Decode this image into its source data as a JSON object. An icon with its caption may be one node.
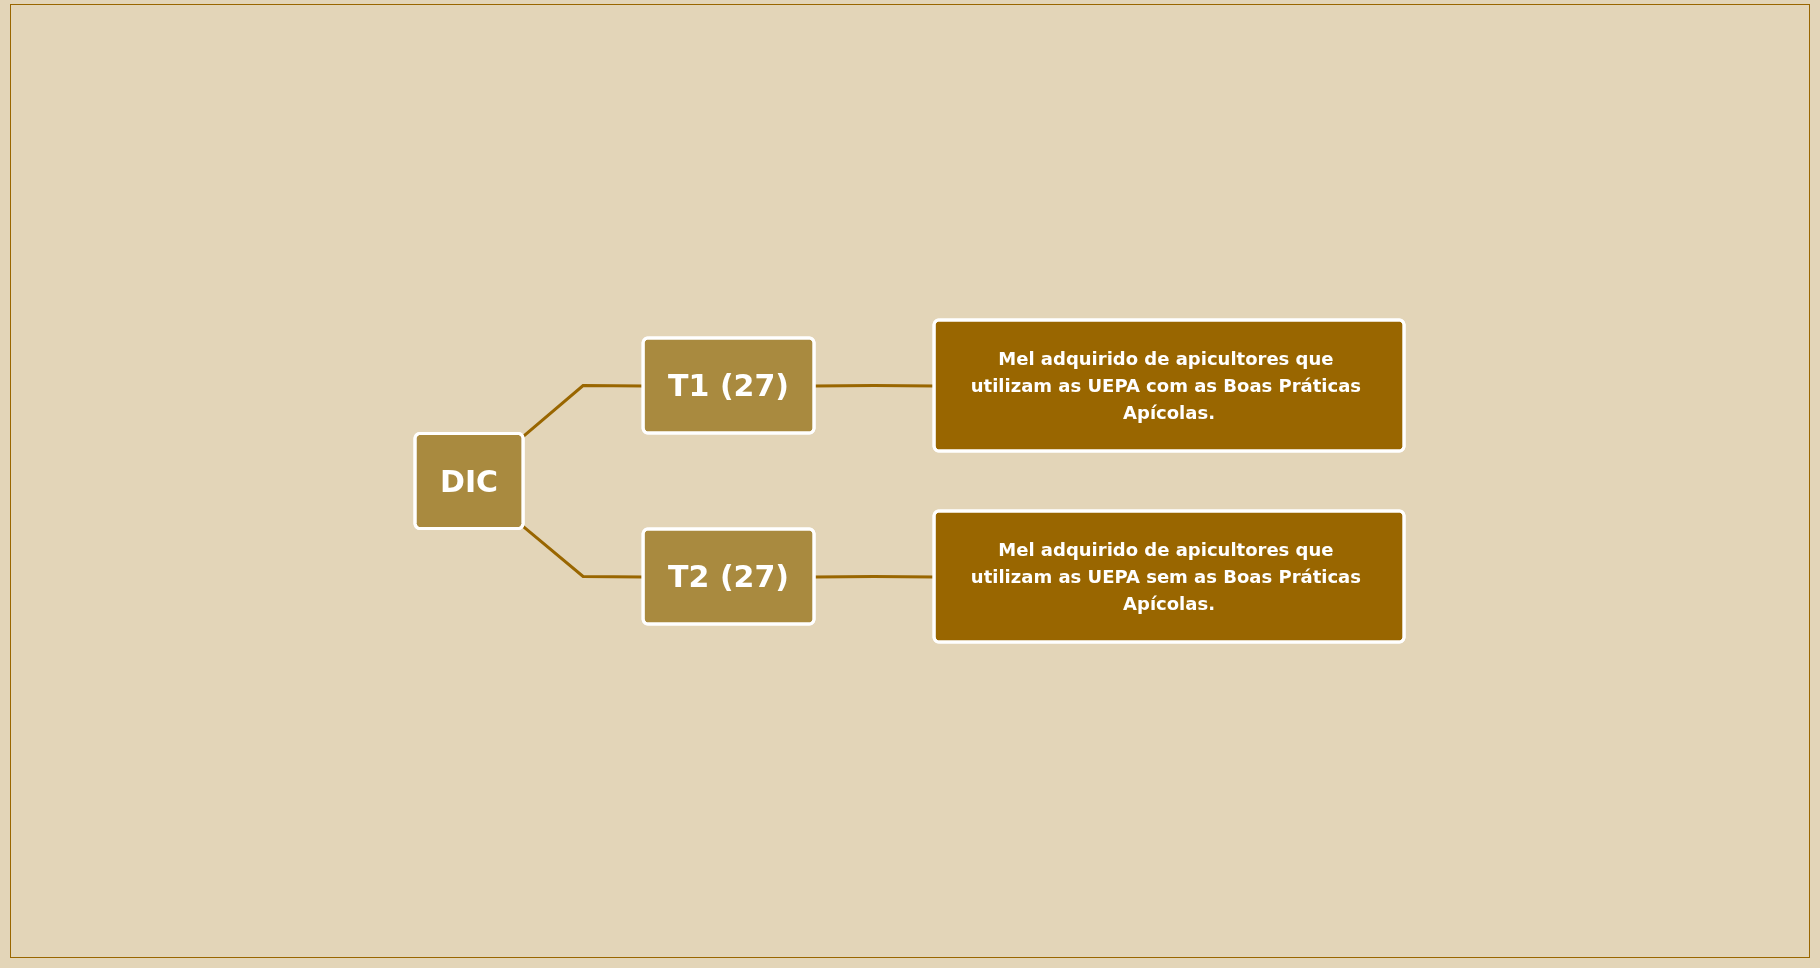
{
  "diagram": {
    "nodes": [
      {
        "text": [
          "DIC"
        ]
      },
      {
        "text": [
          "T1 (27)"
        ]
      },
      {
        "text": [
          "T2 (27)"
        ]
      },
      {
        "text": [
          "Mel adquirido de apicultores que utilizam as UEPA com as Boas Práticas Apícolas."
        ]
      },
      {
        "text": [
          "Mel adquirido de apicultores que utilizam as UEPA sem as Boas Práticas Apícolas."
        ]
      }
    ],
    "edges": [
      {
        "from": 0,
        "to": 1,
        "arrow": "none"
      },
      {
        "from": 0,
        "to": 2,
        "arrow": "none"
      },
      {
        "from": 1,
        "to": 3,
        "arrow": "none"
      },
      {
        "from": 2,
        "to": 4,
        "arrow": "none"
      }
    ]
  }
}
